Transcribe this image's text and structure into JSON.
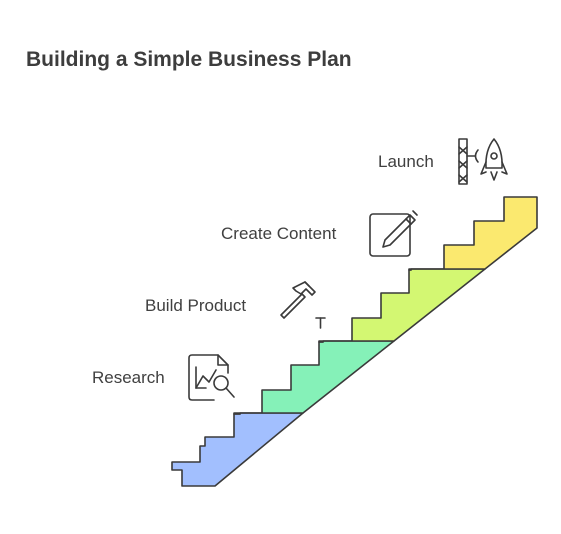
{
  "title": "Building a Simple Business Plan",
  "steps": [
    {
      "label": "Research",
      "icon": "research-chart-magnifier-icon",
      "color": "#a2bffe"
    },
    {
      "label": "Build Product",
      "icon": "hammer-nail-icon",
      "color": "#85f1b8"
    },
    {
      "label": "Create Content",
      "icon": "pencil-edit-icon",
      "color": "#d3f772"
    },
    {
      "label": "Launch",
      "icon": "rocket-launch-icon",
      "color": "#fbe96f"
    }
  ],
  "colors": {
    "outline": "#3a3a3a",
    "text": "#404040"
  }
}
